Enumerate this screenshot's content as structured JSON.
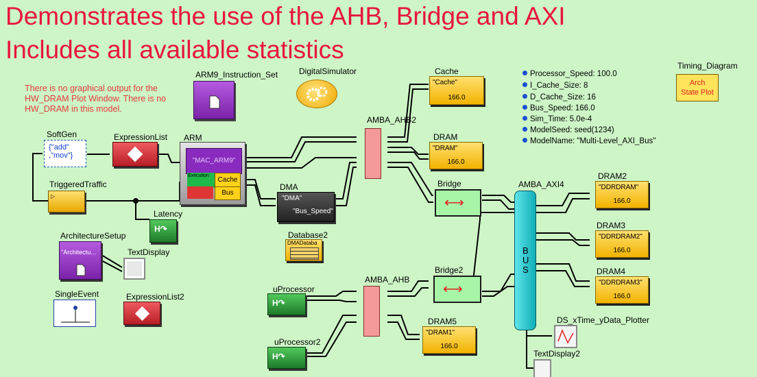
{
  "title_lines": [
    "Demonstrates the use of the AHB, Bridge and AXI",
    "Includes all available statistics"
  ],
  "note_text": "There is no graphical output for the HW_DRAM Plot Window. There is no HW_DRAM in this model.",
  "blocks": {
    "arm9_label": "ARM9_Instruction_Set",
    "digitalsim_label": "DigitalSimulator",
    "softgen_label": "SoftGen",
    "softgen_text": "{\"add\" ,\"mov\"}",
    "exprlist_label": "ExpressionList",
    "arm_label": "ARM",
    "arm_text": "\"MAC_ARM9\"",
    "arm_exec": "Execution",
    "arm_cache": "Cache",
    "arm_bus": "Bus",
    "triggered_label": "TriggeredTraffic",
    "latency_label": "Latency",
    "dma_label": "DMA",
    "dma_text1": "\"DMA\"",
    "dma_text2": "\"Bus_Speed\"",
    "database2_label": "Database2",
    "database2_text": "DMADataba",
    "archsetup_label": "ArchitectureSetup",
    "archsetup_text": "\"Architectu...",
    "textdisplay_label": "TextDisplay",
    "singleevent_label": "SingleEvent",
    "exprlist2_label": "ExpressionList2",
    "uproc_label": "uProcessor",
    "uproc2_label": "uProcessor2",
    "ahb2_label": "AMBA_AHB2",
    "ahb_label": "AMBA_AHB",
    "cache_label": "Cache",
    "cache_text": "\"Cache\"",
    "cache_val": "166.0",
    "dram_label": "DRAM",
    "dram_text": "\"DRAM\"",
    "dram_val": "166.0",
    "bridge_label": "Bridge",
    "bridge2_label": "Bridge2",
    "dram5_label": "DRAM5",
    "dram5_text": "\"DRAM1\"",
    "dram5_val": "166.0",
    "axi4_label": "AMBA_AXI4",
    "bus_text": "BUS",
    "dram2_label": "DRAM2",
    "dram2_text": "\"DDRDRAM\"",
    "dram2_val": "166.0",
    "dram3_label": "DRAM3",
    "dram3_text": "\"DDRDRAM2\"",
    "dram3_val": "166.0",
    "dram4_label": "DRAM4",
    "dram4_text": "\"DDRDRAM3\"",
    "dram4_val": "166.0",
    "plotter_label": "DS_xTime_yData_Plotter",
    "textdisplay2_label": "TextDisplay2",
    "timing_label": "Timing_Diagram",
    "timing_text1": "Arch",
    "timing_text2": "State Plot"
  },
  "params": [
    "Processor_Speed: 100.0",
    "I_Cache_Size: 8",
    "D_Cache_Size: 16",
    "Bus_Speed: 166.0",
    "Sim_Time: 5.0e-4",
    "ModelSeed: seed(1234)",
    "ModelName: \"Multi-Level_AXI_Bus\""
  ],
  "colors": {
    "background": "#cdf5c6",
    "title": "#e8163a",
    "note": "#e33b3b",
    "memory_block": "#f6c21a",
    "bus_ahb": "#f49a9a",
    "bus_axi": "#19c6cf",
    "bridge": "#a8f5a8",
    "processor_green": "#2f9a3a",
    "expression_red": "#d9363e",
    "purple_block": "#9b2fc7"
  }
}
